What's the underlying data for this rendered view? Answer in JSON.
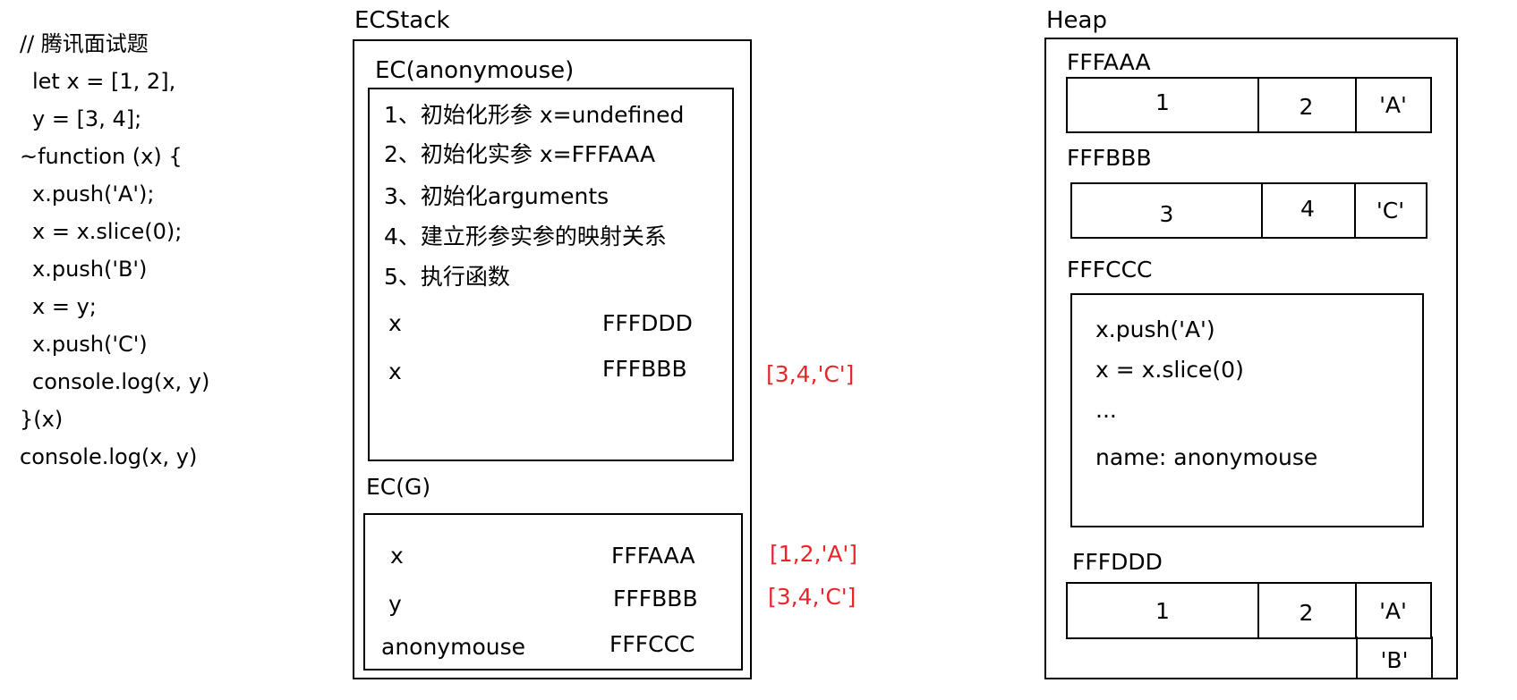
{
  "code": {
    "lines": [
      "// 腾讯面试题",
      "  let x = [1, 2],",
      "  y = [3, 4];",
      "~function (x) {",
      "  x.push('A');",
      "  x = x.slice(0);",
      "  x.push('B')",
      "  x = y;",
      "  x.push('C')",
      "  console.log(x, y)",
      "}(x)",
      "console.log(x, y)"
    ]
  },
  "ecstack": {
    "title": "ECStack",
    "anon": {
      "title": "EC(anonymouse)",
      "steps": [
        "1、初始化形参  x=undefined",
        "2、初始化实参  x=FFFAAA",
        "3、初始化arguments",
        "4、建立形参实参的映射关系",
        "5、执行函数"
      ],
      "vars": [
        {
          "name": "x",
          "value": "FFFDDD"
        },
        {
          "name": "x",
          "value": "FFFBBB"
        }
      ],
      "annotation": "[3,4,'C']"
    },
    "global": {
      "title": "EC(G)",
      "vars": [
        {
          "name": "x",
          "value": "FFFAAA",
          "annotation": "[1,2,'A']"
        },
        {
          "name": "y",
          "value": "FFFBBB",
          "annotation": "[3,4,'C']"
        },
        {
          "name": "anonymouse",
          "value": "FFFCCC"
        }
      ]
    }
  },
  "heap": {
    "title": "Heap",
    "aaa": {
      "label": "FFFAAA",
      "cells": [
        "1",
        "2",
        "'A'"
      ]
    },
    "bbb": {
      "label": "FFFBBB",
      "cells": [
        "3",
        "4",
        "'C'"
      ]
    },
    "ccc": {
      "label": "FFFCCC",
      "lines": [
        "x.push('A')",
        "x = x.slice(0)",
        "...",
        "name: anonymouse"
      ]
    },
    "ddd": {
      "label": "FFFDDD",
      "cells": [
        "1",
        "2",
        "'A'",
        "'B'"
      ]
    }
  },
  "colors": {
    "annotation": "#e8262a",
    "stroke": "#000000"
  }
}
